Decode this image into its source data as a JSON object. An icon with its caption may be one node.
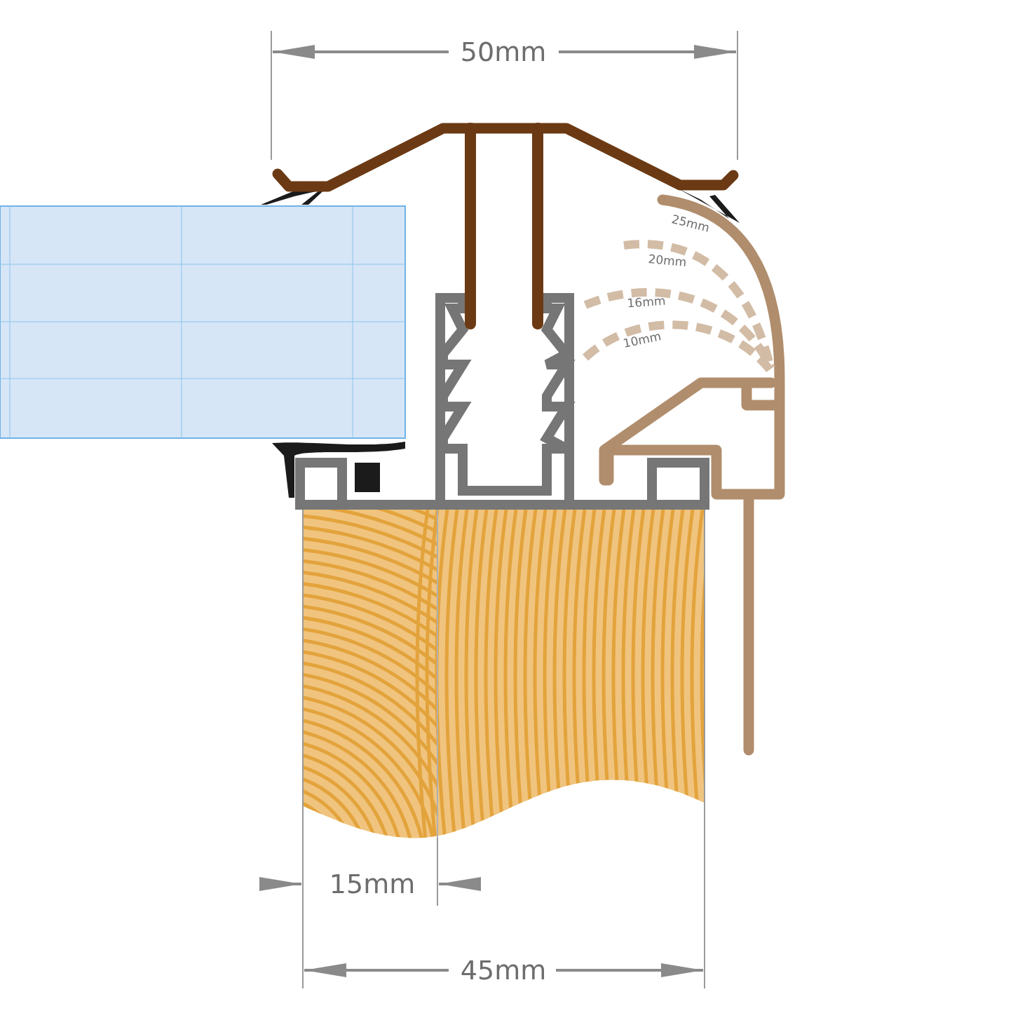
{
  "diagram": {
    "labels": [
      "50mm",
      "25mm",
      "20mm",
      "16mm",
      "10mm",
      "15mm",
      "45mm"
    ]
  }
}
